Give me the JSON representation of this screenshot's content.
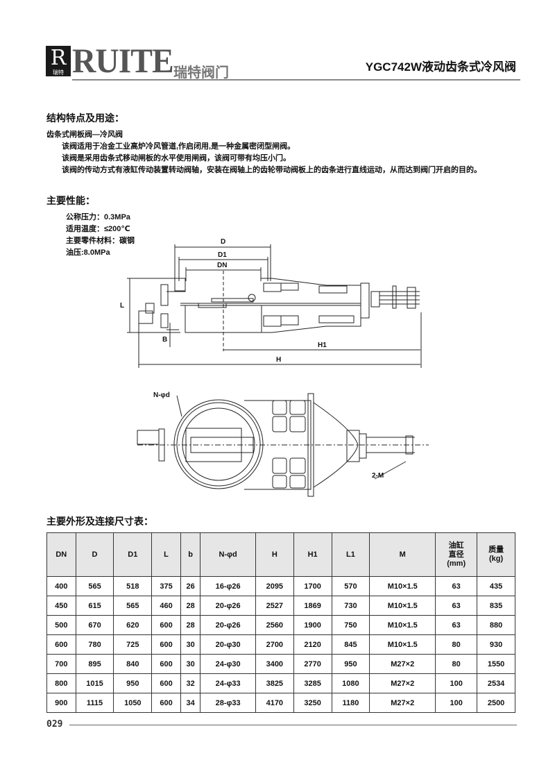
{
  "header": {
    "logo_text": "R",
    "logo_sub": "瑞特",
    "brand": "RUITE",
    "brand_cn": "瑞特阀门",
    "title": "YGC742W液动齿条式冷风阀"
  },
  "structure": {
    "heading": "结构特点及用途：",
    "subheading": "齿条式闸板阀—冷风阀",
    "paragraphs": [
      "该阀适用于冶金工业高炉冷风管道,作启闭用,是一种金属密闭型闸阀。",
      "该阀是采用齿条式移动闸板的水平使用闸阀，该阀可带有均压小门。",
      "该阀的传动方式有液缸传动装置转动阀轴，安装在阀轴上的齿轮带动阀板上的齿条进行直线运动，从而达到阀门开启的目的。"
    ]
  },
  "performance": {
    "heading": "主要性能：",
    "items": [
      "公称压力：0.3MPa",
      "适用温度：≤200℃",
      "主要零件材料：碳钢",
      "油压:8.0MPa"
    ]
  },
  "drawing_side": {
    "labels": {
      "D": "D",
      "D1": "D1",
      "DN": "DN",
      "L": "L",
      "B": "B",
      "H1": "H1",
      "H": "H"
    }
  },
  "drawing_top": {
    "labels": {
      "holes": "N-φd",
      "thread": "2-M"
    }
  },
  "table": {
    "heading": "主要外形及连接尺寸表：",
    "columns": [
      "DN",
      "D",
      "D1",
      "L",
      "b",
      "N-φd",
      "H",
      "H1",
      "L1",
      "M",
      "油缸\n直径\n(mm)",
      "质量\n(kg)"
    ],
    "rows": [
      [
        "400",
        "565",
        "518",
        "375",
        "26",
        "16-φ26",
        "2095",
        "1700",
        "570",
        "M10×1.5",
        "63",
        "435"
      ],
      [
        "450",
        "615",
        "565",
        "460",
        "28",
        "20-φ26",
        "2527",
        "1869",
        "730",
        "M10×1.5",
        "63",
        "835"
      ],
      [
        "500",
        "670",
        "620",
        "600",
        "28",
        "20-φ26",
        "2560",
        "1900",
        "750",
        "M10×1.5",
        "63",
        "880"
      ],
      [
        "600",
        "780",
        "725",
        "600",
        "30",
        "20-φ30",
        "2700",
        "2120",
        "845",
        "M10×1.5",
        "80",
        "930"
      ],
      [
        "700",
        "895",
        "840",
        "600",
        "30",
        "24-φ30",
        "3400",
        "2770",
        "950",
        "M27×2",
        "80",
        "1550"
      ],
      [
        "800",
        "1015",
        "950",
        "600",
        "32",
        "24-φ33",
        "3825",
        "3285",
        "1080",
        "M27×2",
        "100",
        "2534"
      ],
      [
        "900",
        "1115",
        "1050",
        "600",
        "34",
        "28-φ33",
        "4170",
        "3250",
        "1180",
        "M27×2",
        "100",
        "2500"
      ]
    ]
  },
  "footer": {
    "page_number": "029"
  }
}
